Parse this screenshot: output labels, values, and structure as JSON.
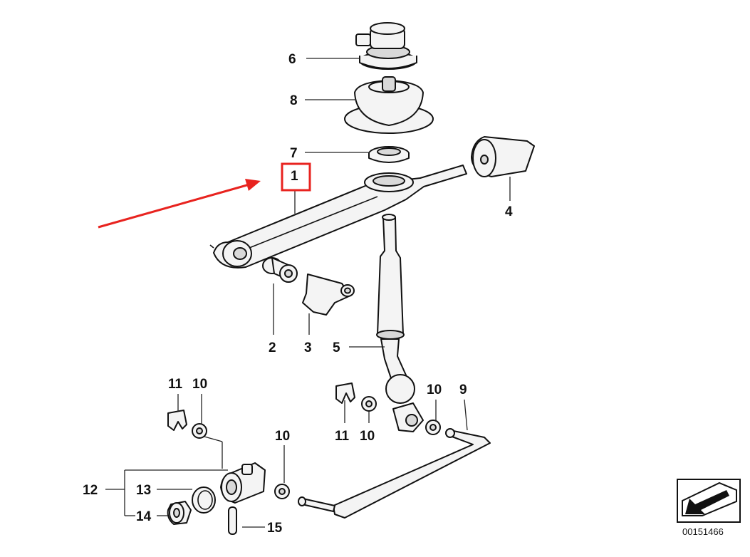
{
  "callouts": {
    "c1": "1",
    "c2": "2",
    "c3": "3",
    "c4": "4",
    "c5": "5",
    "c6": "6",
    "c7": "7",
    "c8": "8",
    "c9": "9",
    "c10a": "10",
    "c10b": "10",
    "c10c": "10",
    "c10d": "10",
    "c11a": "11",
    "c11b": "11",
    "c12": "12",
    "c13": "13",
    "c14": "14",
    "c15": "15"
  },
  "diagram_number": "00151466",
  "icons": {
    "arrow": "red-arrow-pointer-icon",
    "highlight": "red-highlight-box",
    "corner": "corner-arrow-icon"
  },
  "colors": {
    "highlight": "#e8231f",
    "ink": "#111111"
  }
}
